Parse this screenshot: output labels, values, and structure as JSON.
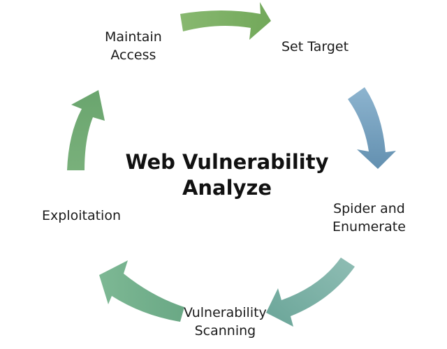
{
  "diagram": {
    "title_line1": "Web Vulnerability",
    "title_line2": "Analyze",
    "steps": [
      {
        "label_lines": [
          "Set Target"
        ]
      },
      {
        "label_lines": [
          "Spider and",
          "Enumerate"
        ]
      },
      {
        "label_lines": [
          "Vulnerability",
          "Scanning"
        ]
      },
      {
        "label_lines": [
          "Exploitation"
        ]
      },
      {
        "label_lines": [
          "Maintain",
          "Access"
        ]
      }
    ],
    "colors": {
      "arrow_green": "#7fb069",
      "arrow_green_light": "#93c17c",
      "arrow_blue": "#6f9ab8",
      "arrow_blue_light": "#8db4cf",
      "arrow_teal": "#7ab3a8",
      "arrow_seafoam": "#6fae88",
      "arrow_sage": "#78b07a"
    }
  }
}
